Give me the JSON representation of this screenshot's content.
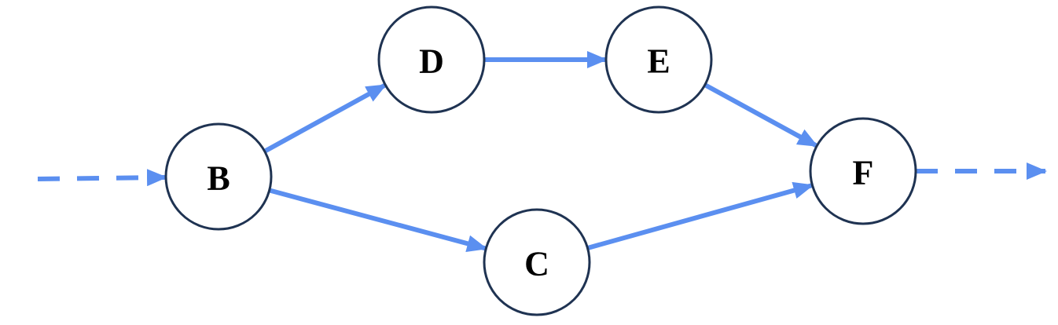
{
  "diagram": {
    "colors": {
      "edge": "#5b8ff0",
      "node_stroke": "#1f3352",
      "node_fill": "#ffffff",
      "label": "#000000"
    },
    "nodes": {
      "B": {
        "label": "B"
      },
      "C": {
        "label": "C"
      },
      "D": {
        "label": "D"
      },
      "E": {
        "label": "E"
      },
      "F": {
        "label": "F"
      }
    },
    "edges": [
      {
        "from": "in",
        "to": "B",
        "style": "dashed"
      },
      {
        "from": "B",
        "to": "D",
        "style": "solid"
      },
      {
        "from": "B",
        "to": "C",
        "style": "solid"
      },
      {
        "from": "D",
        "to": "E",
        "style": "solid"
      },
      {
        "from": "E",
        "to": "F",
        "style": "solid"
      },
      {
        "from": "C",
        "to": "F",
        "style": "solid"
      },
      {
        "from": "F",
        "to": "out",
        "style": "dashed"
      }
    ]
  }
}
